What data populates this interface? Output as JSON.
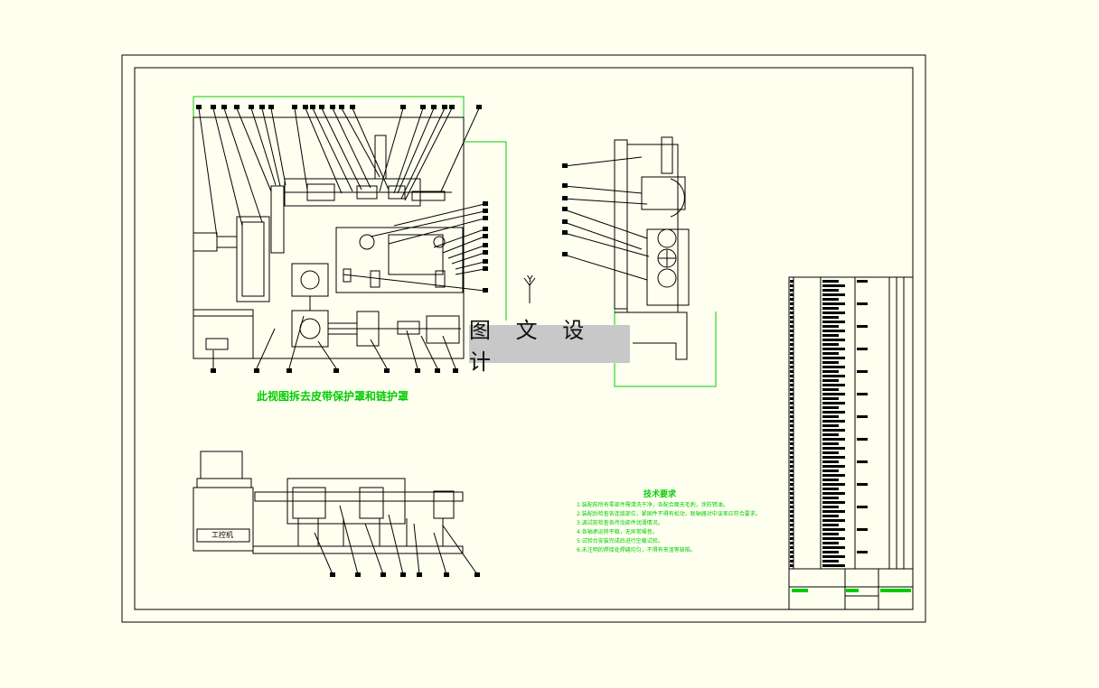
{
  "drawing": {
    "watermark": "图 文 设 计",
    "view_note": "此视图拆去皮带保护罩和链护罩",
    "axis_label": "Y",
    "machine_label": "工控机",
    "tech_requirements": {
      "title": "技术要求",
      "items": [
        "1.装配前所有零部件需清洗干净，各配合面无毛刺，涂防锈油。",
        "2.装配后检查各连接部位，紧固件不得有松动，联轴器对中误差应符合要求。",
        "3.调试前检查各传动部件润滑情况。",
        "4.各轴承运转平稳，无异常噪音。",
        "5.试验台安装完成后进行空载试验。",
        "6.未注明的焊接处焊缝均匀，不得有夹渣等缺陷。"
      ]
    }
  },
  "colors": {
    "background": "#fffff0",
    "line": "#000000",
    "annotation": "#00cc00",
    "cyan": "#00bcd4",
    "watermark_bg": "#c8c8c8"
  }
}
